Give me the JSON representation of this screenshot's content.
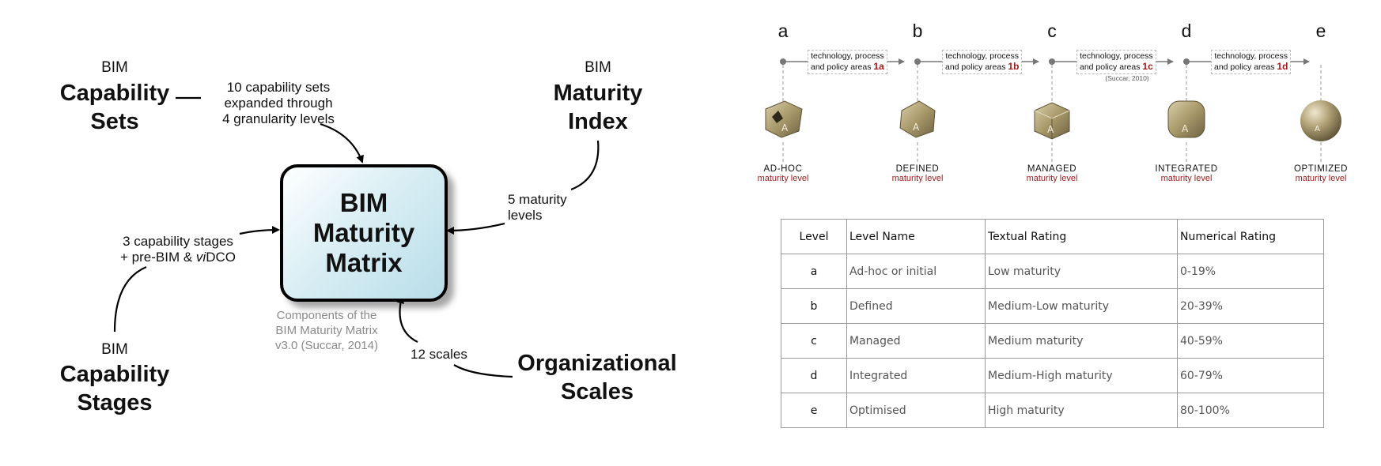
{
  "left_diagram": {
    "capability_sets": {
      "small": "BIM",
      "big1": "Capability",
      "big2": "Sets"
    },
    "capability_sets_note": [
      "10 capability sets",
      "expanded through",
      "4 granularity levels"
    ],
    "maturity_index": {
      "small": "BIM",
      "big1": "Maturity",
      "big2": "Index"
    },
    "maturity_index_note": [
      "5 maturity",
      "levels"
    ],
    "capability_stages": {
      "small": "BIM",
      "big1": "Capability",
      "big2": "Stages"
    },
    "capability_stages_note": {
      "line1": "3 capability stages",
      "line2_a": "+ pre-BIM & ",
      "line2_italic": "vi",
      "line2_b": "DCO"
    },
    "org_scales": {
      "big1": "Organizational",
      "big2": "Scales"
    },
    "org_scales_note": "12 scales",
    "matrix": [
      "BIM",
      "Maturity",
      "Matrix"
    ],
    "caption": [
      "Components of the",
      "BIM Maturity Matrix",
      "v3.0 (Succar, 2014)"
    ]
  },
  "right_diagram": {
    "letters": [
      "a",
      "b",
      "c",
      "d",
      "e"
    ],
    "stages": [
      {
        "line1": "technology, process",
        "line2": "and policy areas",
        "code": "1a"
      },
      {
        "line1": "technology, process",
        "line2": "and policy areas",
        "code": "1b"
      },
      {
        "line1": "technology, process",
        "line2": "and policy areas",
        "code": "1c"
      },
      {
        "line1": "technology, process",
        "line2": "and policy areas",
        "code": "1d"
      }
    ],
    "citation": "(Succar, 2010)",
    "icon_letter": "A",
    "maturity_levels": [
      {
        "name": "AD-HOC",
        "sub": "maturity level"
      },
      {
        "name": "DEFINED",
        "sub": "maturity level"
      },
      {
        "name": "MANAGED",
        "sub": "maturity level"
      },
      {
        "name": "INTEGRATED",
        "sub": "maturity level"
      },
      {
        "name": "OPTIMIZED",
        "sub": "maturity level"
      }
    ]
  },
  "table": {
    "headers": [
      "Level",
      "Level Name",
      "Textual Rating",
      "Numerical Rating"
    ],
    "rows": [
      [
        "a",
        "Ad-hoc or initial",
        "Low maturity",
        "0-19%"
      ],
      [
        "b",
        "Defined",
        "Medium-Low maturity",
        "20-39%"
      ],
      [
        "c",
        "Managed",
        "Medium maturity",
        "40-59%"
      ],
      [
        "d",
        "Integrated",
        "Medium-High maturity",
        "60-79%"
      ],
      [
        "e",
        "Optimised",
        "High maturity",
        "80-100%"
      ]
    ]
  },
  "colors": {
    "accent_red": "#a01c1c",
    "box_blue": "#b8dde8",
    "stone": "#a8996a"
  }
}
